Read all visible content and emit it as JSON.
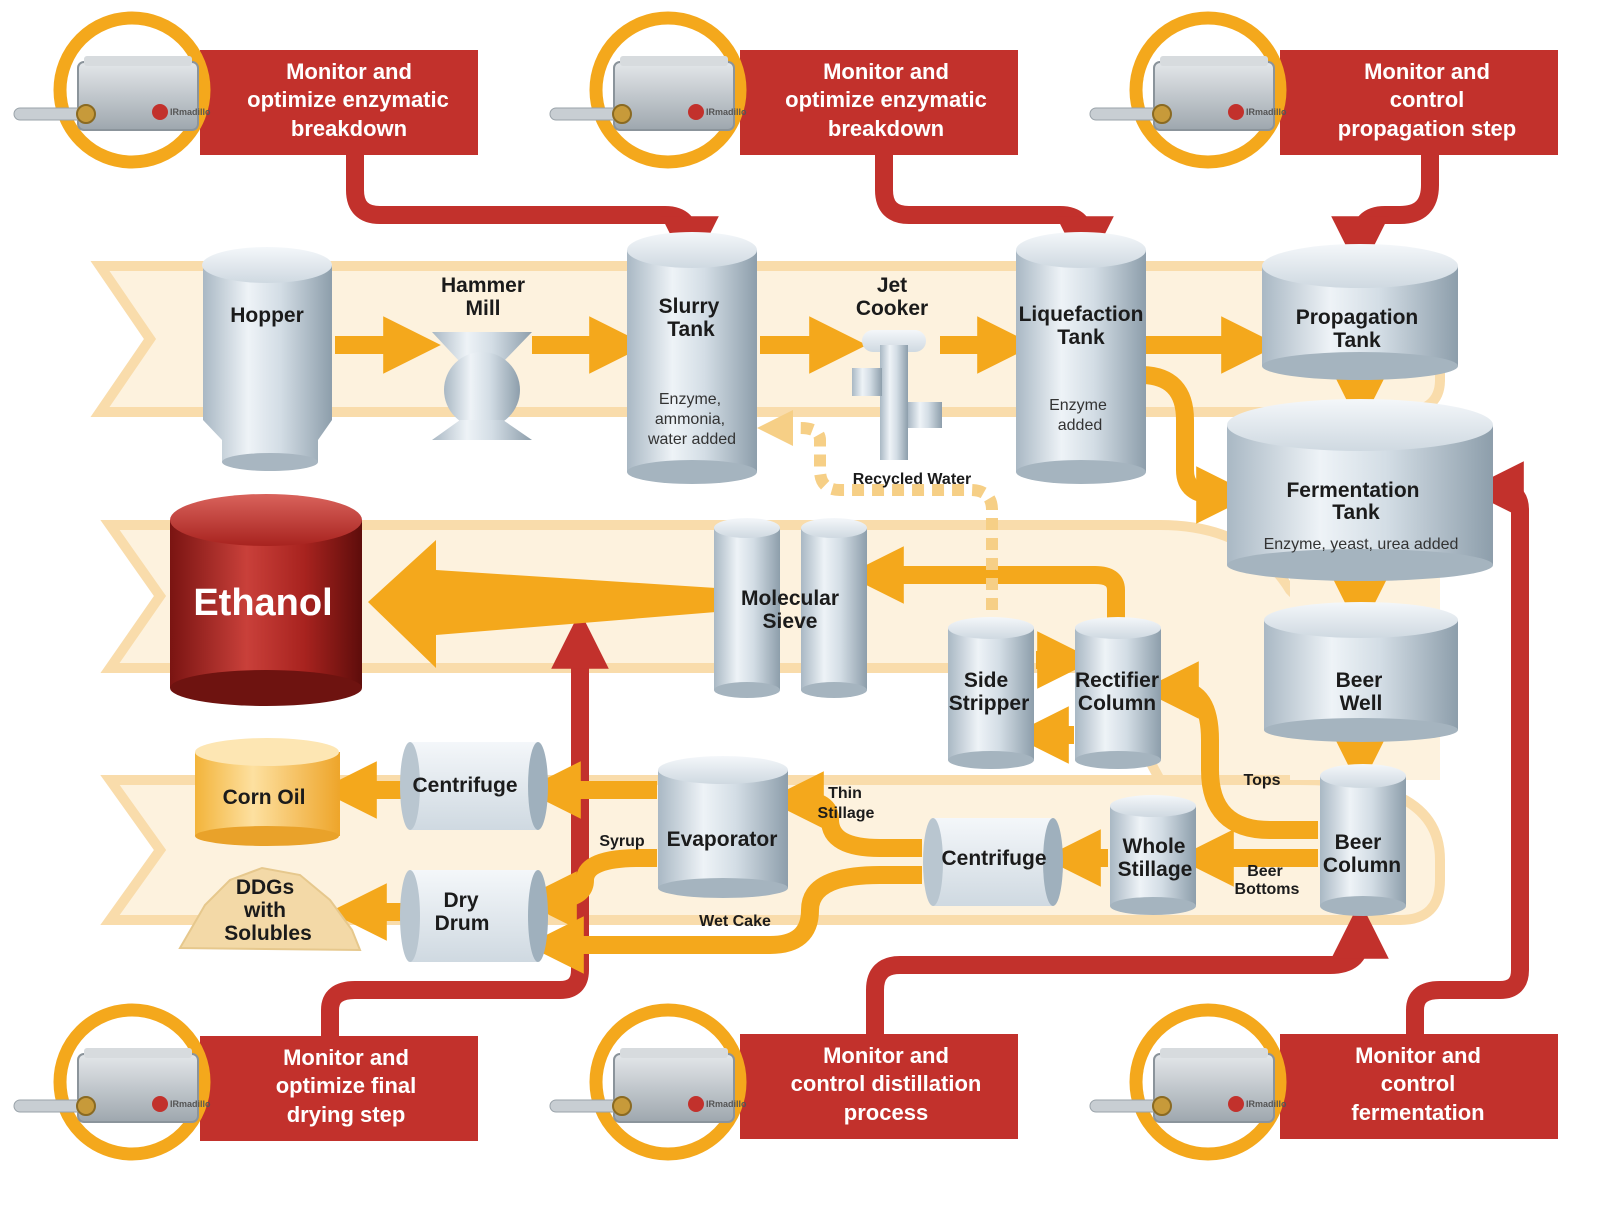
{
  "colors": {
    "flow": "#f4a81c",
    "flow_light": "#f6cf86",
    "band": "#fbe7c4",
    "band_edge": "#f9d9a5",
    "monitor": "#c2312c",
    "monitor_ring": "#f4a81c",
    "ethanol": "#a8231f",
    "tank_light": "#e9eff4",
    "tank_dark": "#9fb0bd",
    "corn_oil": "#f6c14f"
  },
  "monitors": {
    "m1": {
      "l1": "Monitor and",
      "l2": "optimize enzymatic",
      "l3": "breakdown"
    },
    "m2": {
      "l1": "Monitor and",
      "l2": "optimize enzymatic",
      "l3": "breakdown"
    },
    "m3": {
      "l1": "Monitor and",
      "l2": "control",
      "l3": "propagation step"
    },
    "m4": {
      "l1": "Monitor and",
      "l2": "optimize final",
      "l3": "drying step"
    },
    "m5": {
      "l1": "Monitor and",
      "l2": "control distillation",
      "l3": "process"
    },
    "m6": {
      "l1": "Monitor and",
      "l2": "control",
      "l3": "fermentation"
    },
    "brand": "IRmadillo"
  },
  "equipment": {
    "hopper": "Hopper",
    "hammer_mill": {
      "l1": "Hammer",
      "l2": "Mill"
    },
    "slurry_tank": {
      "l1": "Slurry",
      "l2": "Tank",
      "n1": "Enzyme,",
      "n2": "ammonia,",
      "n3": "water added"
    },
    "jet_cooker": {
      "l1": "Jet",
      "l2": "Cooker"
    },
    "liquefaction_tank": {
      "l1": "Liquefaction",
      "l2": "Tank",
      "n1": "Enzyme",
      "n2": "added"
    },
    "propagation_tank": {
      "l1": "Propagation",
      "l2": "Tank"
    },
    "fermentation_tank": {
      "l1": "Fermentation",
      "l2": "Tank",
      "n1": "Enzyme, yeast, urea added"
    },
    "beer_well": {
      "l1": "Beer",
      "l2": "Well"
    },
    "beer_column": {
      "l1": "Beer",
      "l2": "Column"
    },
    "whole_stillage": {
      "l1": "Whole",
      "l2": "Stillage"
    },
    "centrifuge_lower": "Centrifuge",
    "evaporator": "Evaporator",
    "centrifuge_upper": "Centrifuge",
    "corn_oil": "Corn Oil",
    "dry_drum": {
      "l1": "Dry",
      "l2": "Drum"
    },
    "ddgs": {
      "l1": "DDGs",
      "l2": "with",
      "l3": "Solubles"
    },
    "side_stripper": {
      "l1": "Side",
      "l2": "Stripper"
    },
    "rectifier_column": {
      "l1": "Rectifier",
      "l2": "Column"
    },
    "molecular_sieve": {
      "l1": "Molecular",
      "l2": "Sieve"
    },
    "ethanol": "Ethanol"
  },
  "flows": {
    "recycled_water": "Recycled Water",
    "tops": "Tops",
    "beer_bottoms": {
      "l1": "Beer",
      "l2": "Bottoms"
    },
    "thin_stillage": {
      "l1": "Thin",
      "l2": "Stillage"
    },
    "syrup": "Syrup",
    "wet_cake": "Wet Cake"
  }
}
